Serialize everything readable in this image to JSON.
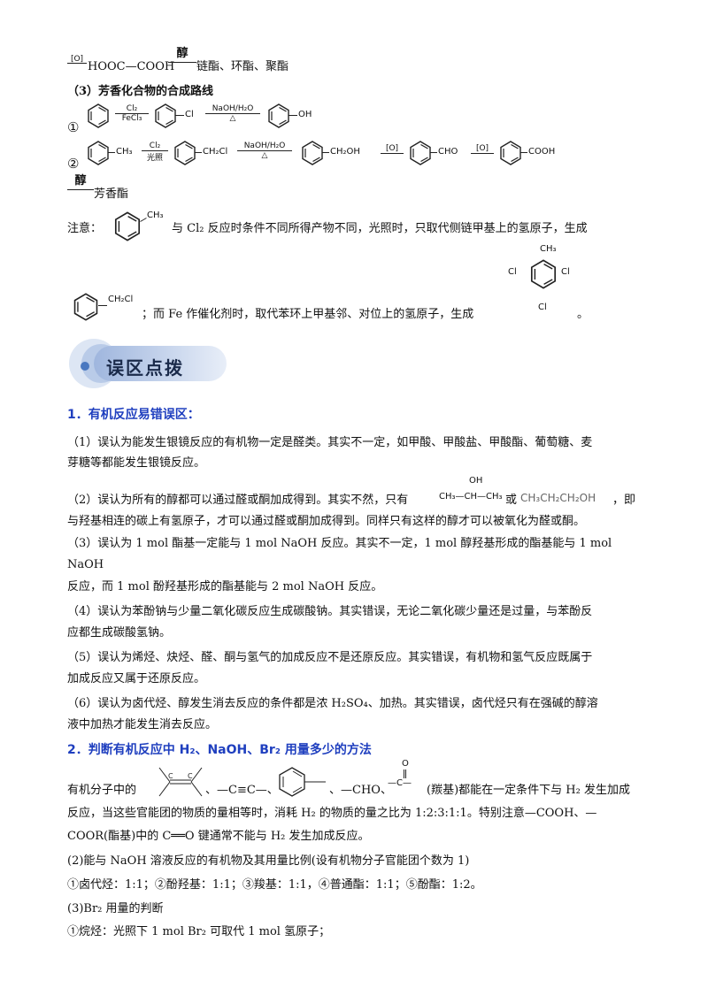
{
  "top": {
    "ox_label": "[O]",
    "acid": "HOOC—COOH",
    "alc_label": "醇",
    "products": "链酯、环酯、聚酯"
  },
  "section3": {
    "title": "（3）芳香化合物的合成路线",
    "route1": {
      "num": "①",
      "a1_top": "Cl₂",
      "a1_bot": "FeCl₃",
      "p1_sub": "Cl",
      "a2_top": "NaOH/H₂O",
      "a2_bot": "△",
      "p2_sub": "OH"
    },
    "route2": {
      "num": "②",
      "s0_sub": "CH₃",
      "a1_top": "Cl₂",
      "a1_bot": "光照",
      "p1_sub": "CH₂Cl",
      "a2_top": "NaOH/H₂O",
      "a2_bot": "△",
      "p2_sub": "CH₂OH",
      "a3_top": "[O]",
      "p3_sub": "CHO",
      "a4_top": "[O]",
      "p4_sub": "COOH",
      "a5_top": "醇",
      "final": "芳香酯"
    },
    "note_prefix": "注意：",
    "note_sub": "CH₃",
    "note_text1": "与 Cl₂ 反应时条件不同所得产物不同，光照时，只取代侧链甲基上的氢原子，生成",
    "note_mol2_sub": "CH₂Cl",
    "note_text2": "；而 Fe 作催化剂时，取代苯环上甲基邻、对位上的氢原子，生成",
    "note_mol3": {
      "top": "CH₃",
      "left": "Cl",
      "right": "Cl",
      "bottom": "Cl"
    },
    "note_end": "。"
  },
  "banner": {
    "title": "误区点拨"
  },
  "s1": {
    "title": "1．有机反应易错误区：",
    "p1a": "（1）误认为能发生银镜反应的有机物一定是醛类。其实不一定，如甲酸、甲酸盐、甲酸酯、葡萄糖、麦",
    "p1b": "芽糖等都能发生银镜反应。",
    "p2a": "（2）误认为所有的醇都可以通过醛或酮加成得到。其实不然，只有",
    "p2_m1_top": "OH",
    "p2_m1": "CH₃—CH—CH₃",
    "p2_or": "或",
    "p2_m2": "CH₃CH₂CH₂OH",
    "p2_end": "，即",
    "p2b": "与羟基相连的碳上有氢原子，才可以通过醛或酮加成得到。同样只有这样的醇才可以被氧化为醛或酮。",
    "p3a": "（3）误认为 1 mol 酯基一定能与 1 mol NaOH 反应。其实不一定，1 mol 醇羟基形成的酯基能与 1 mol",
    "p3b": "NaOH",
    "p3c": "反应，而 1 mol 酚羟基形成的酯基能与 2 mol NaOH 反应。",
    "p4a": "（4）误认为苯酚钠与少量二氧化碳反应生成碳酸钠。其实错误，无论二氧化碳少量还是过量，与苯酚反",
    "p4b": "应都生成碳酸氢钠。",
    "p5a": "（5）误认为烯烃、炔烃、醛、酮与氢气的加成反应不是还原反应。其实错误，有机物和氢气反应既属于",
    "p5b": "加成反应又属于还原反应。",
    "p6a": "（6）误认为卤代烃、醇发生消去反应的条件都是浓 H₂SO₄、加热。其实错误，卤代烃只有在强碱的醇溶",
    "p6b": "液中加热才能发生消去反应。"
  },
  "s2": {
    "title": "2．判断有机反应中 H₂、NaOH、Br₂ 用量多少的方法",
    "l1a": "有机分子中的",
    "l1_sep1": "、—C≡C—、",
    "l1_sep2": "、—CHO、",
    "l1_co_top": "O",
    "l1_co": "—C—",
    "l1b": "(羰基)都能在一定条件下与 H₂ 发生加成",
    "l2": "反应，当这些官能团的物质的量相等时，消耗 H₂ 的物质的量之比为 1:2:3:1:1。特别注意—COOH、—",
    "l3": "COOR(酯基)中的 C══O 键通常不能与 H₂ 发生加成反应。",
    "l4": "(2)能与 NaOH 溶液反应的有机物及其用量比例(设有机物分子官能团个数为 1)",
    "l5": "①卤代烃：1:1；②酚羟基：1:1；③羧基：1:1，④普通酯：1:1；⑤酚酯：1:2。",
    "l6": "(3)Br₂ 用量的判断",
    "l7": "①烷烃：光照下 1 mol Br₂ 可取代 1 mol 氢原子；"
  }
}
